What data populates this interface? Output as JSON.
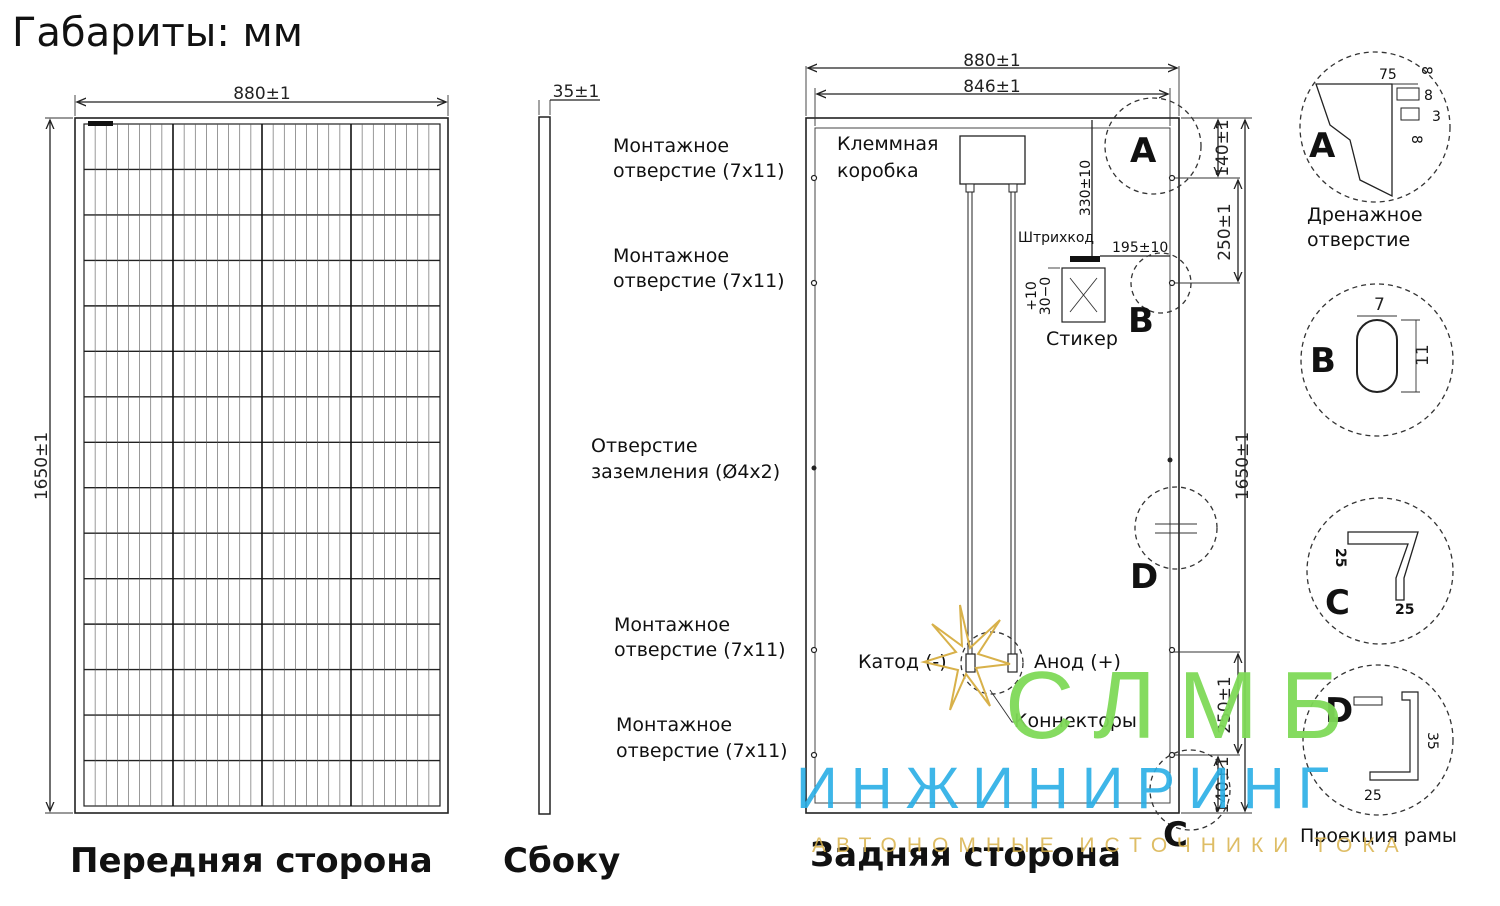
{
  "title": "Габариты: мм",
  "views": {
    "front": {
      "caption": "Передняя сторона",
      "width_dim": "880±1",
      "height_dim": "1650±1"
    },
    "side": {
      "caption": "Сбоку",
      "thickness_dim": "35±1"
    },
    "back": {
      "caption": "Задняя сторона",
      "width_dim": "880±1",
      "inner_width_dim": "846±1",
      "height_dim": "1650±1",
      "dims": {
        "top_hole": "140±1",
        "hole_spacing": "250±1",
        "lower_hole": "250±1",
        "bottom_hole": "140±1",
        "junction_box_offset": "330±10",
        "barcode_offset": "195±10",
        "sticker_offset_top": "+10",
        "sticker_offset_val": "30−0"
      },
      "labels": {
        "mount_hole_1": [
          "Монтажное",
          "отверстие (7x11)"
        ],
        "mount_hole_2": [
          "Монтажное",
          "отверстие (7x11)"
        ],
        "grounding_hole": [
          "Отверстие",
          "заземления (Ø4x2)"
        ],
        "mount_hole_3": [
          "Монтажное",
          "отверстие (7x11)"
        ],
        "mount_hole_4": [
          "Монтажное",
          "отверстие (7x11)"
        ],
        "junction_box": [
          "Клеммная",
          "коробка"
        ],
        "barcode": "Штрихкод",
        "sticker": "Стикер",
        "cathode": "Катод (-)",
        "anode": "Анод (+)",
        "connectors": "Коннекторы"
      },
      "markers": [
        "A",
        "B",
        "C",
        "D"
      ]
    }
  },
  "details": {
    "A": {
      "letter": "A",
      "caption": [
        "Дренажное",
        "отверстие"
      ],
      "dims": [
        "75",
        "8",
        "8",
        "3",
        "8"
      ]
    },
    "B": {
      "letter": "B",
      "dims": [
        "7",
        "11"
      ]
    },
    "C": {
      "letter": "C",
      "dims": [
        "25",
        "25"
      ]
    },
    "D": {
      "letter": "D",
      "caption": "Проекция рамы",
      "dims": [
        "35",
        "25"
      ]
    }
  },
  "watermark": {
    "line1": "СЛМБ",
    "line2": "ИНЖИНИРИНГ",
    "line3": "АВТОНОМНЫЕ ИСТОЧНИКИ ТОКА",
    "colors": {
      "green": "#7ed957",
      "blue": "#29aee6",
      "gold": "#d8b14a"
    }
  }
}
